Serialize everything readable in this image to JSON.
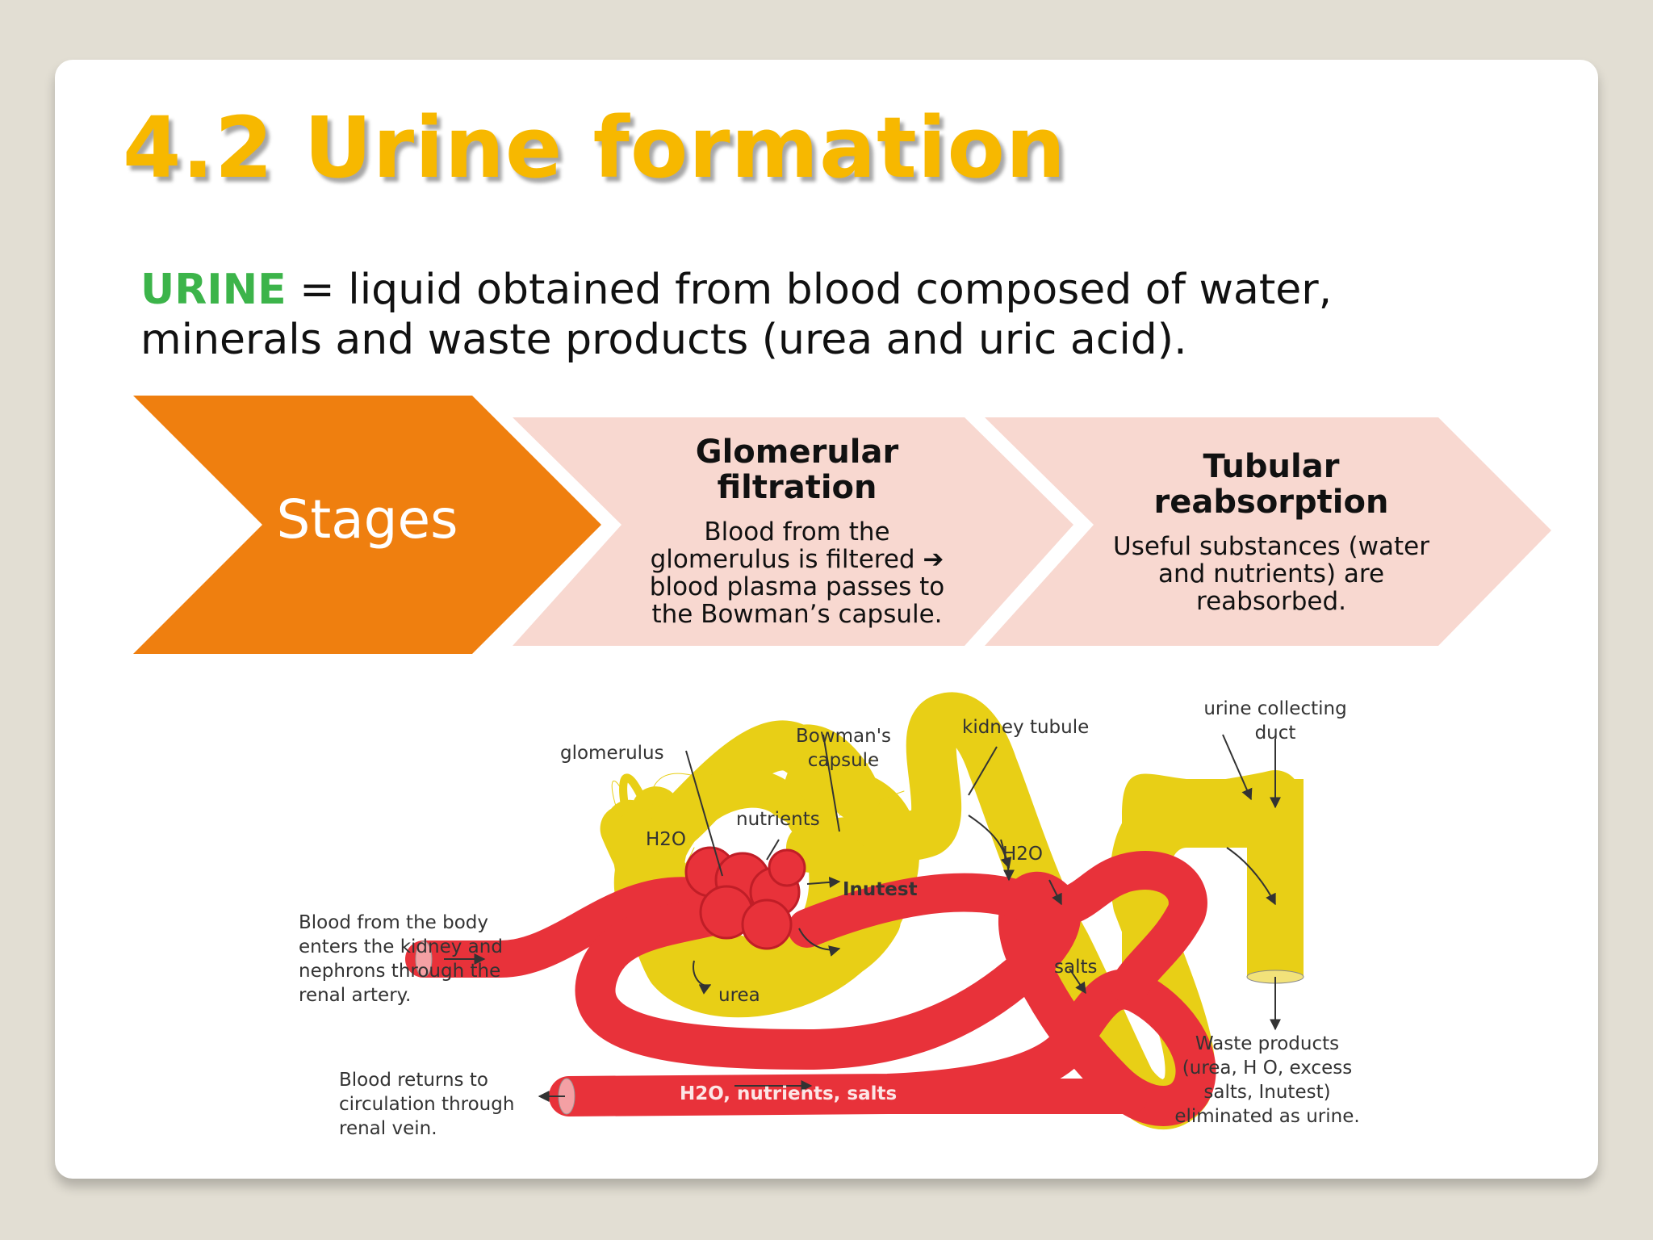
{
  "title": "4.2 Urine formation",
  "definition": {
    "term": "URINE",
    "text": " = liquid obtained from blood composed of water, minerals and waste products (urea and uric acid)."
  },
  "stages": {
    "label": "Stages",
    "steps": [
      {
        "title": "Glomerular filtration",
        "description": "Blood from the glomerulus is filtered ➔ blood plasma passes to the Bowman’s capsule."
      },
      {
        "title": "Tubular reabsorption",
        "description": "Useful substances (water and nutrients) are reabsorbed."
      }
    ]
  },
  "diagram": {
    "labels": {
      "glomerulus": "glomerulus",
      "bowmans_capsule": "Bowman's capsule",
      "kidney_tubule": "kidney tubule",
      "collecting_duct": "urine collecting duct",
      "h2o_left": "H2O",
      "nutrients": "nutrients",
      "inutest": "Inutest",
      "h2o_right": "H2O",
      "salts": "salts",
      "urea": "urea",
      "blood_in": "Blood from the body enters the kidney and nephrons through the renal artery.",
      "blood_out": "Blood returns to circulation through renal vein.",
      "vein_content": "H2O, nutrients, salts",
      "waste": "Waste products (urea, H O, excess salts, Inutest) eliminated as urine."
    }
  },
  "colors": {
    "title": "#f7b800",
    "term": "#3cb44a",
    "stage_main": "#ef7f0f",
    "stage_step": "#f8d8d0",
    "vessel": "#e8323a",
    "tubule": "#e8cf16"
  }
}
